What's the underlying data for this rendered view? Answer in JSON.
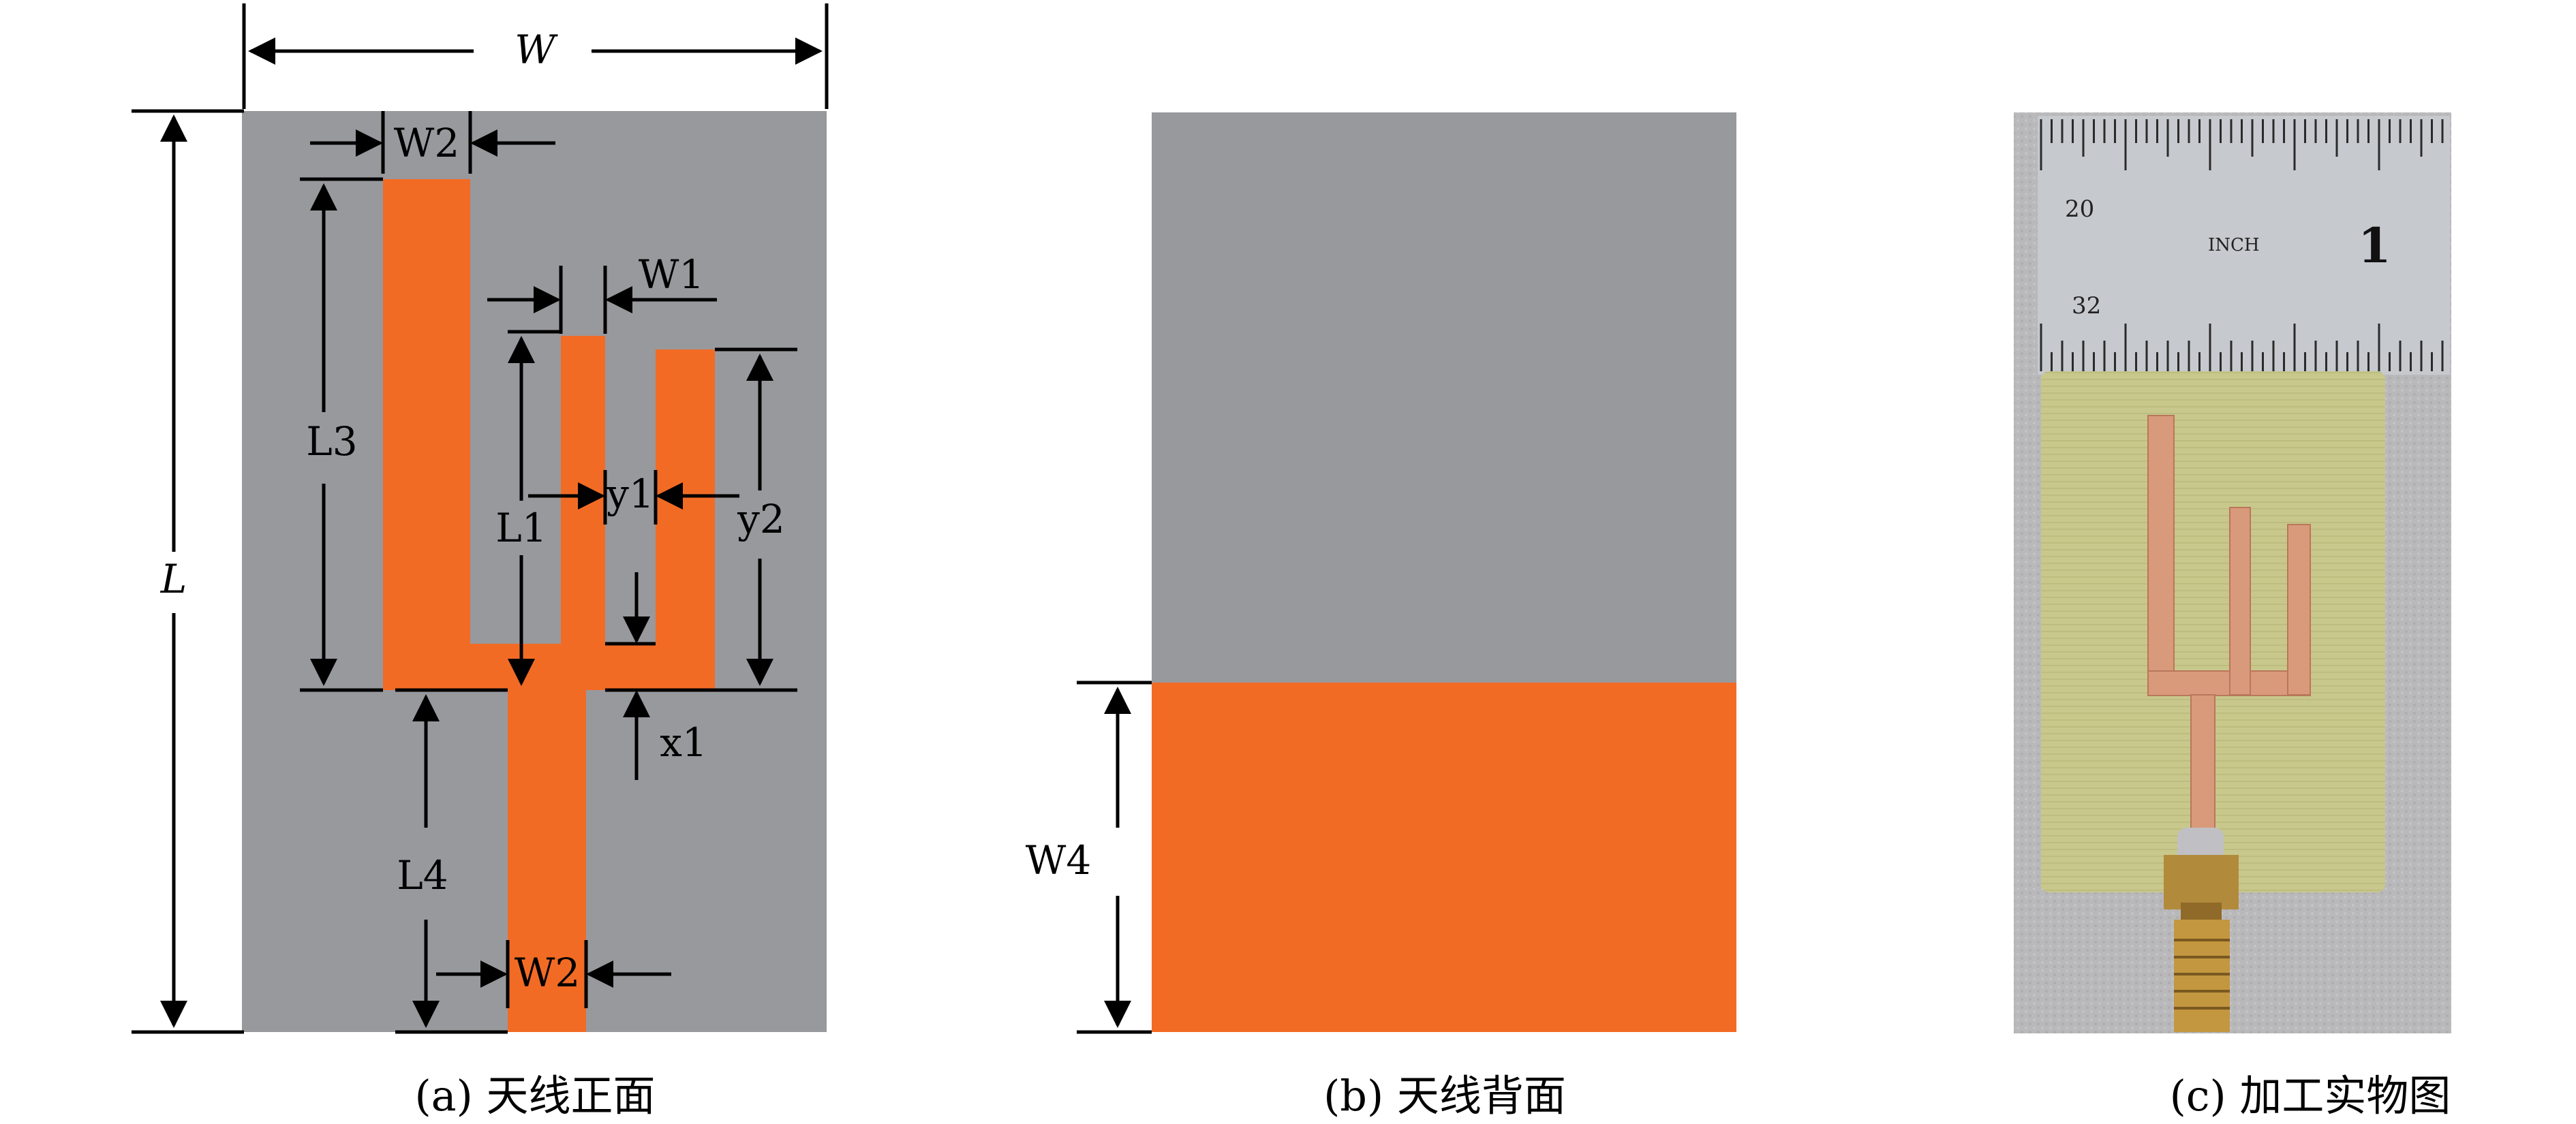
{
  "colors": {
    "substrate": "#98999d",
    "copper": "#f26b25",
    "line": "#000000",
    "board_photo_bg": "#b7b7b9",
    "fr4_board": "#c8c88a",
    "trace_copper": "#d99a7c",
    "ruler": "#c6c9ce"
  },
  "panel_a": {
    "label_W": "W",
    "label_L": "L",
    "label_W2_top": "W2",
    "label_W1": "W1",
    "label_L3": "L3",
    "label_L1": "L1",
    "label_y1": "y1",
    "label_y2": "y2",
    "label_x1": "x1",
    "label_L4": "L4",
    "label_W2_bottom": "W2",
    "caption": "(a) 天线正面"
  },
  "panel_b": {
    "label_W4": "W4",
    "caption": "(b) 天线背面"
  },
  "panel_c": {
    "ruler_num_20": "20",
    "ruler_num_32": "32",
    "ruler_inch": "INCH",
    "ruler_one": "1",
    "caption": "(c) 加工实物图"
  }
}
